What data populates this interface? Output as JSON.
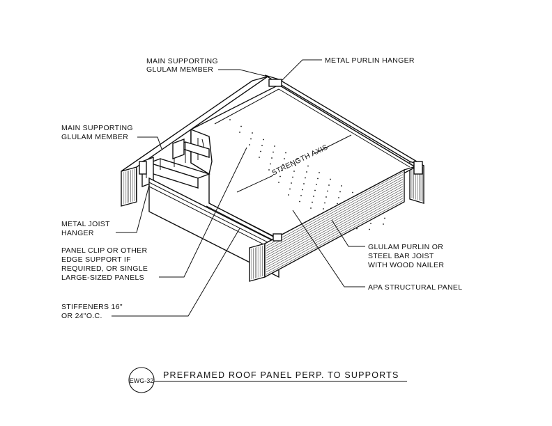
{
  "labels": {
    "main_glulam_top": [
      "MAIN SUPPORTING",
      "GLULAM MEMBER"
    ],
    "metal_purlin_hanger": "METAL PURLIN HANGER",
    "main_glulam_left": [
      "MAIN SUPPORTING",
      "GLULAM MEMBER"
    ],
    "metal_joist_hanger": [
      "METAL JOIST",
      "HANGER"
    ],
    "panel_clip": [
      "PANEL CLIP OR OTHER",
      "EDGE SUPPORT IF",
      "REQUIRED, OR SINGLE",
      "LARGE-SIZED PANELS"
    ],
    "stiffeners": [
      "STIFFENERS 16\"",
      "OR 24\"O.C."
    ],
    "glulam_purlin": [
      "GLULAM PURLIN OR",
      "STEEL BAR JOIST",
      "WITH WOOD NAILER"
    ],
    "apa_panel": "APA STRUCTURAL PANEL",
    "strength_axis": "STRENGTH AXIS"
  },
  "title": {
    "badge": "EWG-32",
    "text": "PREFRAMED ROOF PANEL PERP. TO SUPPORTS"
  },
  "colors": {
    "ink": "#111111",
    "paper": "#ffffff"
  }
}
